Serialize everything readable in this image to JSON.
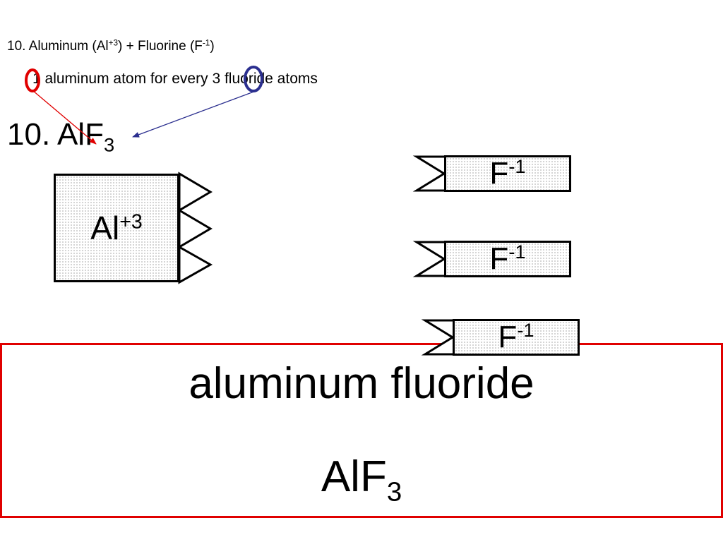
{
  "heading": {
    "prefix": "10. Aluminum (Al",
    "al_charge": "+3",
    "middle": ") + Fluorine (F",
    "f_charge": "-1",
    "suffix": ")"
  },
  "ratio": {
    "count_al": "1",
    "text_1": " aluminum atom for every ",
    "count_f": "3",
    "text_2": " fluoride atoms"
  },
  "formula_top": {
    "main": "10. AlF",
    "subscript": "3"
  },
  "aluminum_ion": {
    "symbol": "Al",
    "charge": "+3"
  },
  "fluoride_ions": [
    {
      "symbol": "F",
      "charge": "-1"
    },
    {
      "symbol": "F",
      "charge": "-1"
    },
    {
      "symbol": "F",
      "charge": "-1"
    }
  ],
  "answer": {
    "name": "aluminum fluoride",
    "formula_main": "AlF",
    "formula_subscript": "3"
  },
  "colors": {
    "red_circle": "#e00000",
    "blue_circle": "#2b2f8f",
    "red_arrow": "#e00000",
    "blue_arrow": "#2b2f8f",
    "answer_border": "#e00000"
  }
}
